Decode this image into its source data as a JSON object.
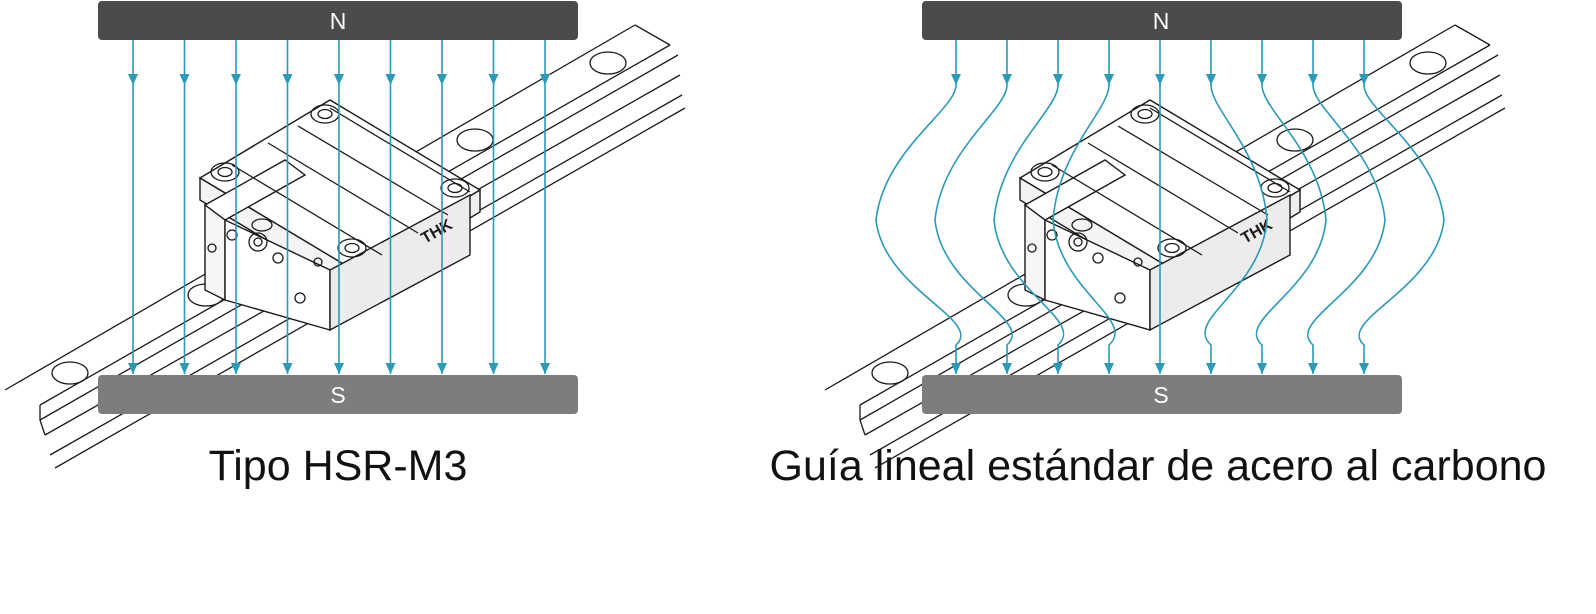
{
  "colors": {
    "north_pole": "#4b4b4d",
    "south_pole": "#7d7d80",
    "field_line": "#2a9ab8",
    "outline": "#1a1a1a"
  },
  "panels": [
    {
      "caption": "Tipo HSR-M3",
      "north_label": "N",
      "south_label": "S",
      "block_marking": "THK",
      "field_lines": 9,
      "field_behavior": "straight"
    },
    {
      "caption": "Guía lineal estándar de acero al carbono",
      "north_label": "N",
      "south_label": "S",
      "block_marking": "THK",
      "field_lines": 9,
      "field_behavior": "deflected"
    }
  ]
}
